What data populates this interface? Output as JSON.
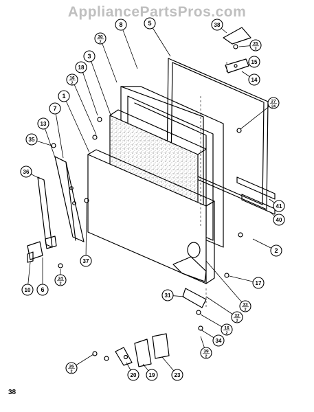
{
  "watermark": "AppliancePartsPros.com",
  "page_number": "38",
  "callouts": [
    {
      "id": "c30",
      "label": "30",
      "sub": "2"
    },
    {
      "id": "c8",
      "label": "8"
    },
    {
      "id": "c5",
      "label": "5"
    },
    {
      "id": "c38",
      "label": "38"
    },
    {
      "id": "c25",
      "label": "25",
      "sub": "3"
    },
    {
      "id": "c15",
      "label": "15"
    },
    {
      "id": "c14",
      "label": "14"
    },
    {
      "id": "c3",
      "label": "3"
    },
    {
      "id": "c18",
      "label": "18"
    },
    {
      "id": "c16a",
      "label": "16",
      "sub": "2"
    },
    {
      "id": "c1",
      "label": "1"
    },
    {
      "id": "c7",
      "label": "7"
    },
    {
      "id": "c13",
      "label": "13"
    },
    {
      "id": "c35",
      "label": "35"
    },
    {
      "id": "c27",
      "label": "27",
      "sub": "24"
    },
    {
      "id": "c36",
      "label": "36"
    },
    {
      "id": "c41",
      "label": "41"
    },
    {
      "id": "c40",
      "label": "40"
    },
    {
      "id": "c37",
      "label": "37"
    },
    {
      "id": "c2",
      "label": "2"
    },
    {
      "id": "c17",
      "label": "17"
    },
    {
      "id": "c24",
      "label": "24",
      "sub": "2"
    },
    {
      "id": "c6",
      "label": "6"
    },
    {
      "id": "c10",
      "label": "10"
    },
    {
      "id": "c33",
      "label": "33",
      "sub": "2"
    },
    {
      "id": "c31",
      "label": "31"
    },
    {
      "id": "c32",
      "label": "32",
      "sub": "2"
    },
    {
      "id": "c16b",
      "label": "16",
      "sub": "2"
    },
    {
      "id": "c34",
      "label": "34"
    },
    {
      "id": "c39",
      "label": "39",
      "sub": "2"
    },
    {
      "id": "c26",
      "label": "26",
      "sub": "2"
    },
    {
      "id": "c20",
      "label": "20"
    },
    {
      "id": "c19",
      "label": "19"
    },
    {
      "id": "c23",
      "label": "23"
    }
  ]
}
